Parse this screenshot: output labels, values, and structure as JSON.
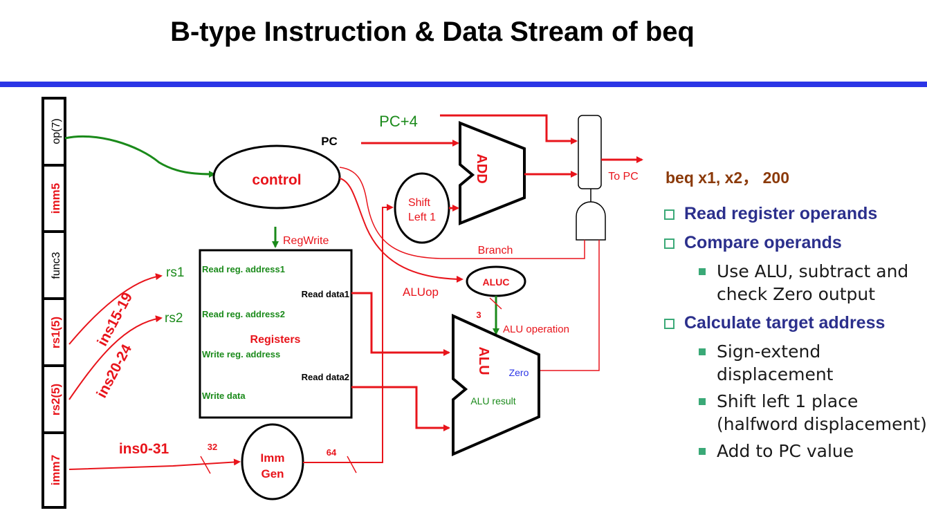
{
  "title": "B-type Instruction & Data Stream of beq",
  "instruction": {
    "fields": [
      "op(7)",
      "imm5",
      "func3",
      "rs1(5)",
      "rs2(5)",
      "imm7"
    ]
  },
  "labels": {
    "pc": "PC",
    "pc_plus_4": "PC+4",
    "control": "control",
    "add": "ADD",
    "shift_left_1": [
      "Shift",
      "Left 1"
    ],
    "to_pc": "To PC",
    "branch": "Branch",
    "regwrite": "RegWrite",
    "rs1": "rs1",
    "rs2": "rs2",
    "ins15_19": "ins15-19",
    "ins20_24": "ins20-24",
    "ins0_31": "ins0-31",
    "bits32": "32",
    "bits64": "64",
    "bits3": "3",
    "aluop": "ALUop",
    "aluc": "ALUC",
    "alu_operation": "ALU operation",
    "alu": "ALU",
    "zero": "Zero",
    "alu_result": "ALU result",
    "imm_gen": [
      "Imm",
      "Gen"
    ],
    "registers": {
      "title": "Registers",
      "read_addr1": "Read reg. address1",
      "read_addr2": "Read reg. address2",
      "write_addr": "Write reg. address",
      "write_data": "Write data",
      "read_data1": "Read data1",
      "read_data2": "Read data2"
    }
  },
  "example": "beq  x1, x2， 200",
  "bullets": [
    {
      "text": "Read register operands",
      "sub": []
    },
    {
      "text": "Compare operands",
      "sub": [
        "Use ALU, subtract and check Zero output"
      ]
    },
    {
      "text": "Calculate target address",
      "sub": [
        "Sign-extend displacement",
        "Shift left 1 place (halfword displacement)",
        "Add to PC value"
      ]
    }
  ],
  "colors": {
    "rule": "#2b35e6",
    "red": "#e8141b",
    "green": "#1a8a1a",
    "navy": "#2b2f8c",
    "bullet": "#3aa977",
    "brown": "#8b3a0a"
  }
}
